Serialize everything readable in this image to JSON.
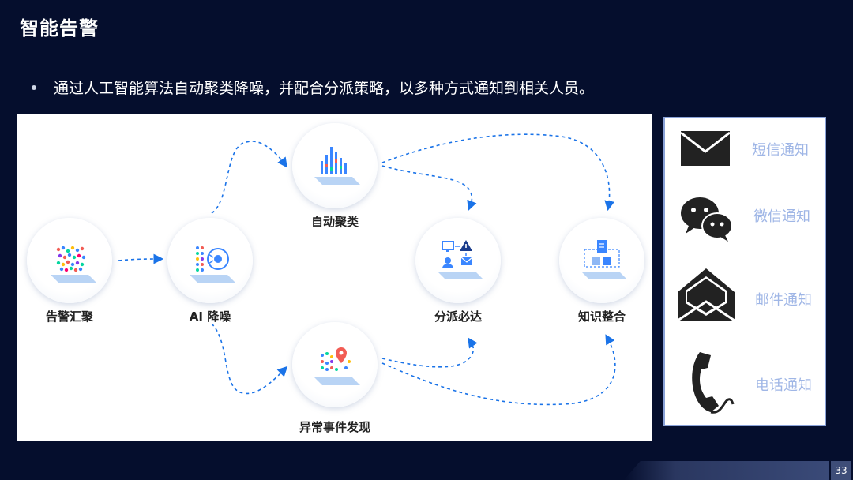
{
  "slide": {
    "title": "智能告警",
    "bullet": "通过人工智能算法自动聚类降噪，并配合分派策略，以多种方式通知到相关人员。",
    "page_number": "33"
  },
  "diagram": {
    "nodes": [
      {
        "label": "告警汇聚",
        "icon": "colorful-dots-icon"
      },
      {
        "label": "AI 降噪",
        "icon": "ai-brain-icon"
      },
      {
        "label": "自动聚类",
        "icon": "bar-cluster-icon"
      },
      {
        "label": "异常事件发现",
        "icon": "location-pin-dots-icon"
      },
      {
        "label": "分派必达",
        "icon": "dispatch-icon"
      },
      {
        "label": "知识整合",
        "icon": "knowledge-doc-icon"
      }
    ],
    "accent_color": "#1a73e8"
  },
  "notifications": [
    {
      "label": "短信通知",
      "icon": "envelope-closed-icon"
    },
    {
      "label": "微信通知",
      "icon": "wechat-icon"
    },
    {
      "label": "邮件通知",
      "icon": "envelope-open-icon"
    },
    {
      "label": "电话通知",
      "icon": "phone-icon"
    }
  ]
}
